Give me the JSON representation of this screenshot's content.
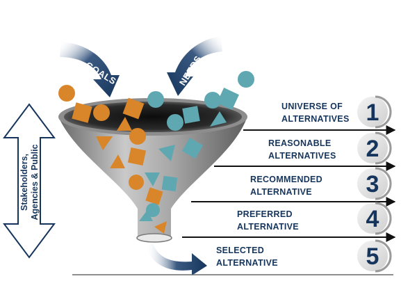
{
  "inputs": {
    "goals_label": "GOALS",
    "needs_label": "NEEDS"
  },
  "side_label": {
    "line1": "Stakeholders,",
    "line2": "Agencies & Public"
  },
  "stages": [
    {
      "number": "1",
      "line1": "UNIVERSE OF",
      "line2": "ALTERNATIVES"
    },
    {
      "number": "2",
      "line1": "REASONABLE",
      "line2": "ALTERNATIVES"
    },
    {
      "number": "3",
      "line1": "RECOMMENDED",
      "line2": "ALTERNATIVE"
    },
    {
      "number": "4",
      "line1": "PREFERRED",
      "line2": "ALTERNATIVE"
    },
    {
      "number": "5",
      "line1": "SELECTED",
      "line2": "ALTERNATIVE"
    }
  ],
  "colors": {
    "navy": "#16355c",
    "orange": "#d9852a",
    "teal": "#5fa8b2",
    "funnel": "#9b9b9b",
    "badge": "#e4e4e4"
  }
}
